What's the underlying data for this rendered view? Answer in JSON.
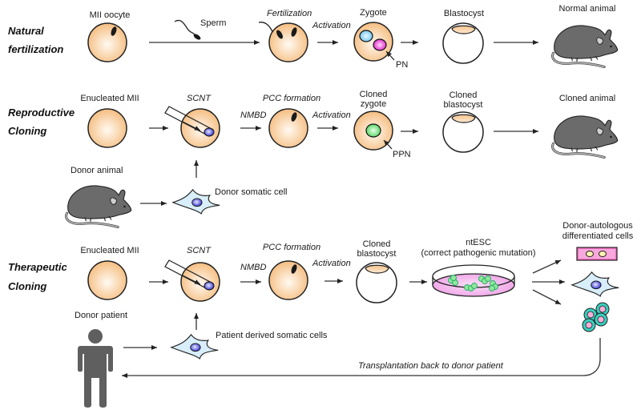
{
  "rows": {
    "natural": {
      "line1": "Natural",
      "line2": "fertilization"
    },
    "reproductive": {
      "line1": "Reproductive",
      "line2": "Cloning"
    },
    "therapeutic": {
      "line1": "Therapeutic",
      "line2": "Cloning"
    }
  },
  "natural": {
    "mii_oocyte": "MII oocyte",
    "sperm": "Sperm",
    "fertilization": "Fertilization",
    "activation": "Activation",
    "zygote": "Zygote",
    "pn": "PN",
    "blastocyst": "Blastocyst",
    "normal_animal": "Normal animal"
  },
  "reproductive": {
    "enucleated_mii": "Enucleated MII",
    "scnt": "SCNT",
    "nmbd": "NMBD",
    "pcc_formation": "PCC formation",
    "activation": "Activation",
    "cloned_zygote_1": "Cloned",
    "cloned_zygote_2": "zygote",
    "ppn": "PPN",
    "cloned_blastocyst_1": "Cloned",
    "cloned_blastocyst_2": "blastocyst",
    "cloned_animal": "Cloned animal",
    "donor_animal": "Donor animal",
    "donor_somatic_cell": "Donor somatic cell"
  },
  "therapeutic": {
    "enucleated_mii": "Enucleated MII",
    "scnt": "SCNT",
    "nmbd": "NMBD",
    "pcc_formation": "PCC formation",
    "activation": "Activation",
    "cloned_blastocyst_1": "Cloned",
    "cloned_blastocyst_2": "blastocyst",
    "ntesc_1": "ntESC",
    "ntesc_2": "(correct pathogenic mutation)",
    "donor_autologous_1": "Donor-autologous",
    "donor_autologous_2": "differentiated cells",
    "donor_patient": "Donor patient",
    "patient_somatic_cells": "Patient derived somatic cells",
    "transplantation": "Transplantation back to donor patient"
  },
  "colors": {
    "oocyte": "#f7c48e",
    "outline": "#222222",
    "nucleus_blue": "#3a3ad8",
    "pn_cyan": "#7fd0f0",
    "pn_magenta": "#e020c8",
    "ppn_green": "#5ee06a",
    "mouse_gray": "#6b6b6b",
    "person_gray": "#5f5f5f",
    "somatic_cell": "#d8eefa",
    "dish_pink": "#f4b8ee",
    "teal_cell": "#38d0c0",
    "pink_cell": "#f070c0"
  }
}
